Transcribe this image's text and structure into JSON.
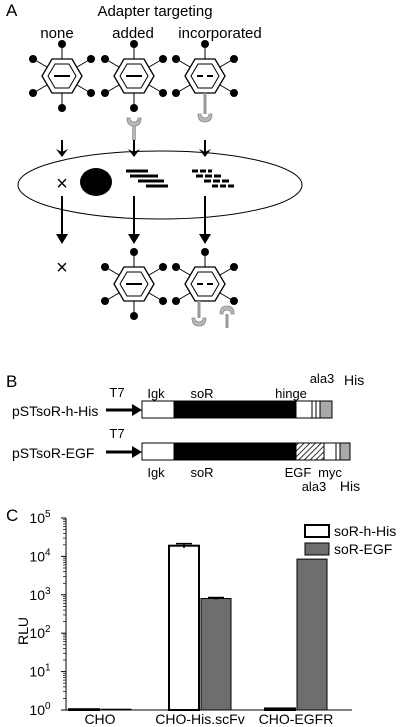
{
  "panel_a": {
    "label": "A",
    "header": "Adapter targeting",
    "col_none": "none",
    "col_added": "added",
    "col_incorporated": "incorporated",
    "blocked_mark": "×"
  },
  "panel_b": {
    "label": "B",
    "construct1": {
      "name": "pSTsoR-h-His",
      "promoter": "T7",
      "seg_igk": "Igk",
      "seg_sor": "soR",
      "seg_hinge": "hinge",
      "seg_ala3": "ala3",
      "seg_his": "His"
    },
    "construct2": {
      "name": "pSTsoR-EGF",
      "promoter": "T7",
      "seg_igk": "Igk",
      "seg_sor": "soR",
      "seg_egf": "EGF",
      "seg_myc": "myc",
      "seg_ala3": "ala3",
      "seg_his": "His"
    }
  },
  "panel_c": {
    "label": "C",
    "colors": {
      "soR_h_His": "#ffffff",
      "soR_EGF": "#6e6e6e"
    }
  },
  "chart_data": {
    "type": "bar",
    "ylabel": "RLU",
    "yscale": "log",
    "ylim": [
      1,
      100000
    ],
    "ytick_labels": [
      {
        "base": "10",
        "exp": "0"
      },
      {
        "base": "10",
        "exp": "1"
      },
      {
        "base": "10",
        "exp": "2"
      },
      {
        "base": "10",
        "exp": "3"
      },
      {
        "base": "10",
        "exp": "4"
      },
      {
        "base": "10",
        "exp": "5"
      }
    ],
    "ytick_values": [
      1,
      10,
      100,
      1000,
      10000,
      100000
    ],
    "categories": [
      "CHO",
      "CHO-His.scFv",
      "CHO-EGFR"
    ],
    "series": [
      {
        "name": "soR-h-His",
        "values": [
          1,
          19000,
          1.1
        ]
      },
      {
        "name": "soR-EGF",
        "values": [
          1,
          800,
          8500
        ]
      }
    ],
    "error_bars": [
      [
        0,
        2500,
        0
      ],
      [
        0,
        50,
        0
      ]
    ],
    "legend_position": "top-right"
  }
}
